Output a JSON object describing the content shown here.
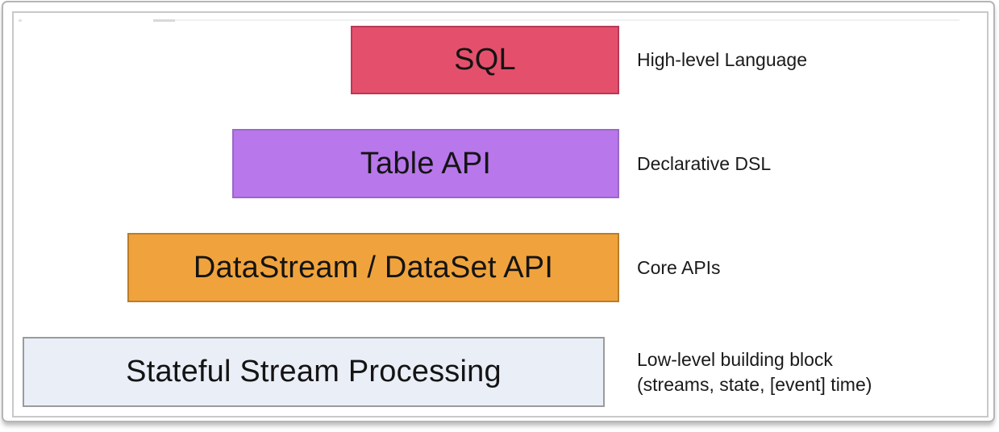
{
  "diagram": {
    "layers": [
      {
        "label": "SQL",
        "description": "High-level Language",
        "fill": "#e4506b",
        "border": "#b73a58"
      },
      {
        "label": "Table API",
        "description": "Declarative DSL",
        "fill": "#b877eb",
        "border": "#9a69c8"
      },
      {
        "label": "DataStream / DataSet API",
        "description": "Core APIs",
        "fill": "#f0a33c",
        "border": "#ba7d28"
      },
      {
        "label": "Stateful Stream Processing",
        "description": "Low-level building block\n(streams, state, [event] time)",
        "fill": "#e9eef7",
        "border": "#9b9b9b"
      }
    ]
  }
}
